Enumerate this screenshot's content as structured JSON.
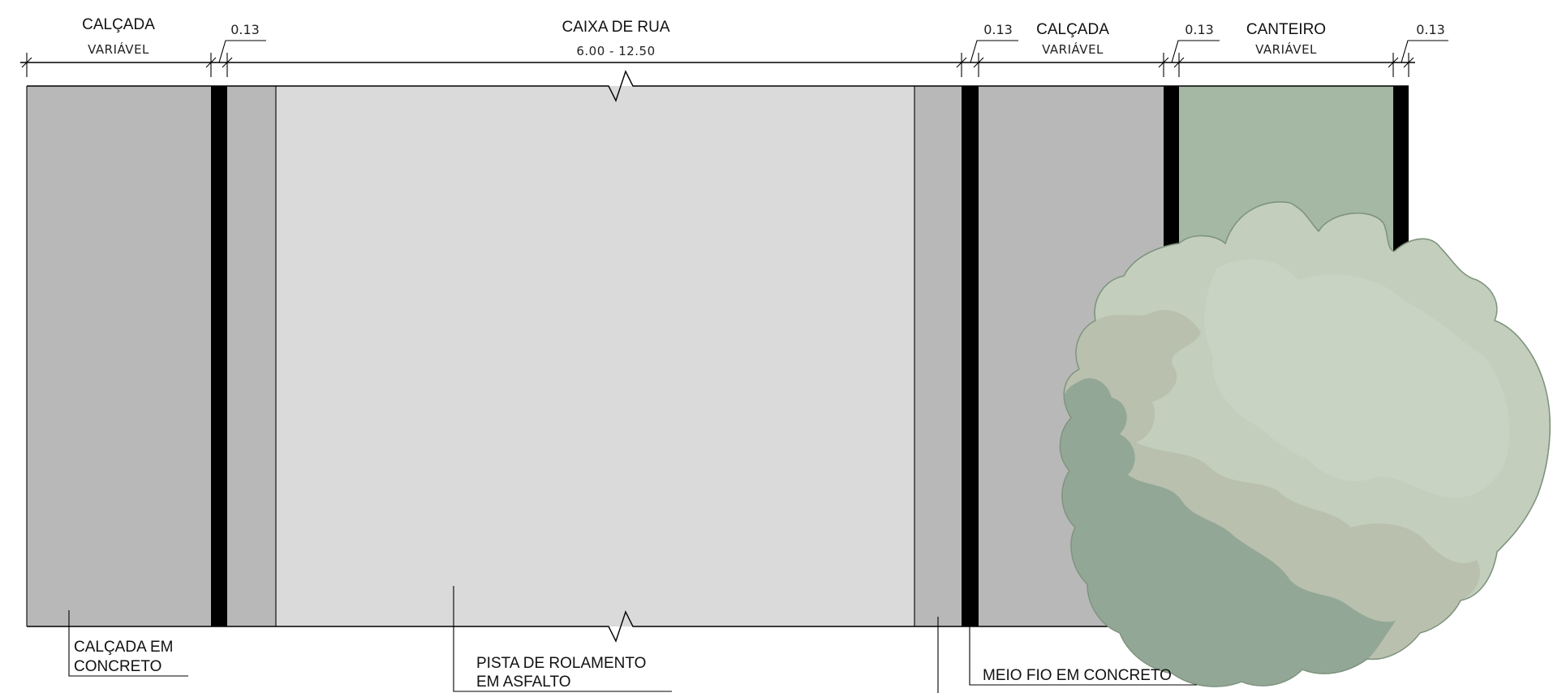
{
  "dimensions": {
    "calcada_left": {
      "title": "CALÇADA",
      "value": "VARIÁVEL"
    },
    "curb_1": {
      "value": "0.13"
    },
    "caixa_rua": {
      "title": "CAIXA DE RUA",
      "value": "6.00 - 12.50"
    },
    "curb_2": {
      "value": "0.13"
    },
    "calcada_right": {
      "title": "CALÇADA",
      "value": "VARIÁVEL"
    },
    "curb_3": {
      "value": "0.13"
    },
    "canteiro": {
      "title": "CANTEIRO",
      "value": "VARIÁVEL"
    },
    "curb_4": {
      "value": "0.13"
    }
  },
  "callouts": {
    "calcada_concreto": [
      "CALÇADA EM",
      "CONCRETO"
    ],
    "pista": [
      "PISTA DE ROLAMENTO",
      "EM ASFALTO"
    ],
    "meio_fio": "MEIO FIO EM CONCRETO"
  },
  "colors": {
    "sidewalk": "#b8b8b8",
    "road": "#dadada",
    "curb": "#000000",
    "planter": "#a4b8a4",
    "tree_light": "#c3cebd",
    "tree_mid": "#b9c0ad",
    "tree_dark": "#93a797"
  }
}
